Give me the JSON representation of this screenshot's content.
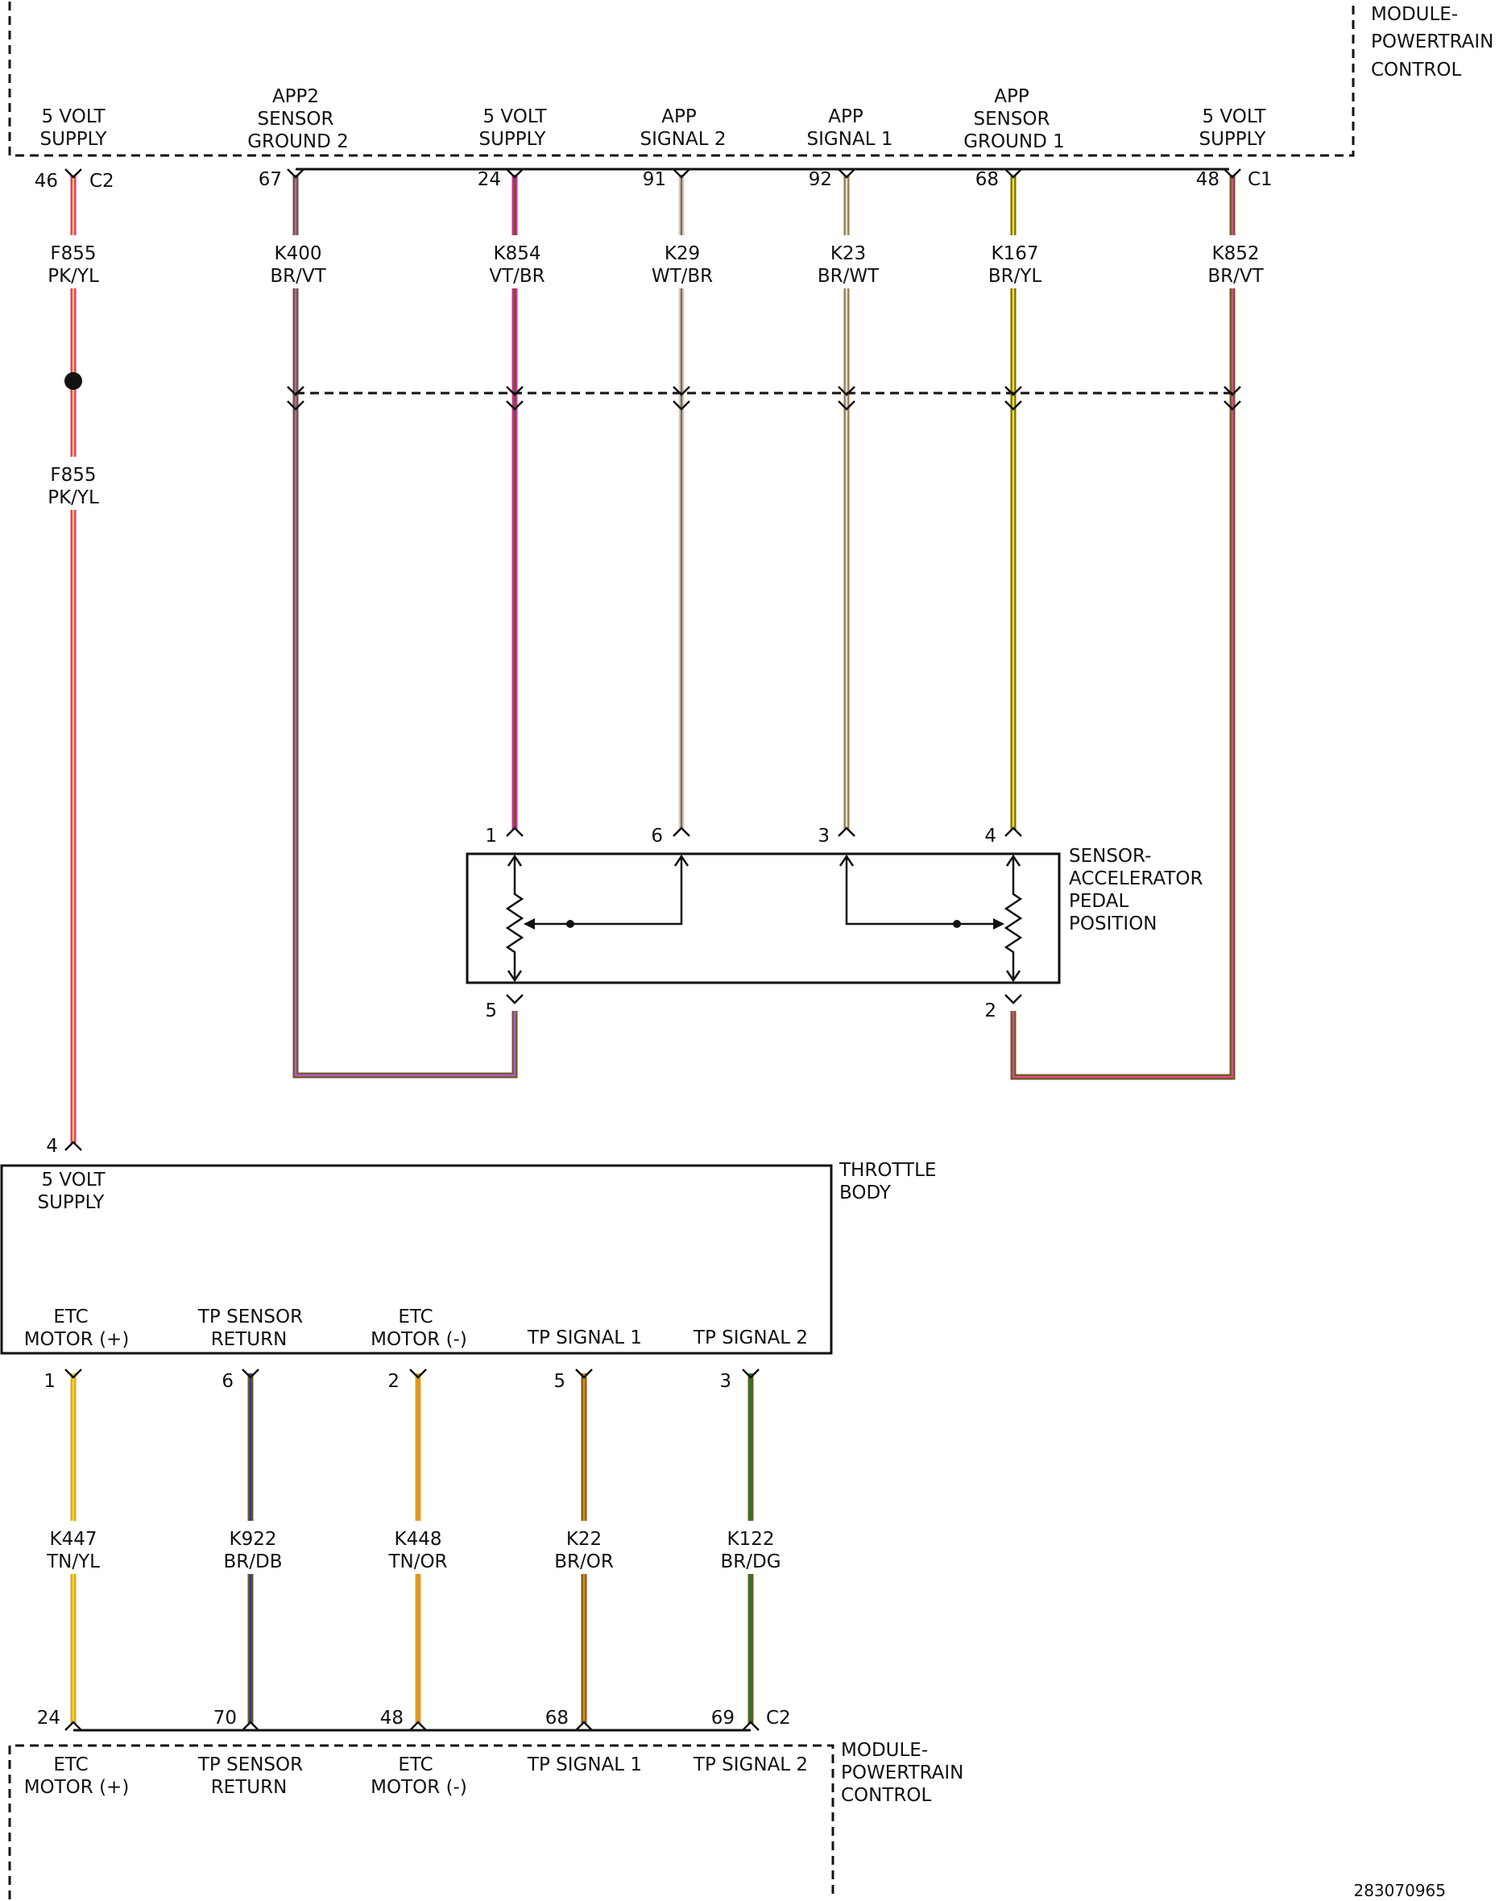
{
  "modules": {
    "pcm_top": {
      "name_lines": [
        "MODULE-",
        "POWERTRAIN",
        "CONTROL"
      ],
      "connector": "C1",
      "connector2": "C2"
    },
    "pcm_bottom": {
      "name_lines": [
        "MODULE-",
        "POWERTRAIN",
        "CONTROL"
      ],
      "connector": "C2"
    },
    "app_sensor": {
      "name_lines": [
        "SENSOR-",
        "ACCELERATOR",
        "PEDAL",
        "POSITION"
      ]
    },
    "throttle_body": {
      "name_lines": [
        "THROTTLE",
        "BODY"
      ]
    }
  },
  "top_pins": [
    {
      "label_lines": [
        "5 VOLT",
        "SUPPLY"
      ],
      "pin": "46",
      "circuit": "F855",
      "color": "PK/YL",
      "base": "#e8239c",
      "stripe": "#f2e000"
    },
    {
      "label_lines": [
        "APP2",
        "SENSOR",
        "GROUND 2"
      ],
      "pin": "67",
      "circuit": "K400",
      "color": "BR/VT",
      "base": "#6b5a1e",
      "stripe": "#b55ad8"
    },
    {
      "label_lines": [
        "5 VOLT",
        "SUPPLY"
      ],
      "pin": "24",
      "circuit": "K854",
      "color": "VT/BR",
      "base": "#d42ba8",
      "stripe": "#6b5a1e"
    },
    {
      "label_lines": [
        "APP",
        "SIGNAL 2"
      ],
      "pin": "91",
      "circuit": "K29",
      "color": "WT/BR",
      "base": "#cfcfcf",
      "stripe": "#8b6a3a"
    },
    {
      "label_lines": [
        "APP",
        "SIGNAL 1"
      ],
      "pin": "92",
      "circuit": "K23",
      "color": "BR/WT",
      "base": "#9a7a4a",
      "stripe": "#dddddd"
    },
    {
      "label_lines": [
        "APP",
        "SENSOR",
        "GROUND 1"
      ],
      "pin": "68",
      "circuit": "K167",
      "color": "BR/YL",
      "base": "#7a6a1a",
      "stripe": "#f2ea00"
    },
    {
      "label_lines": [
        "5 VOLT",
        "SUPPLY"
      ],
      "pin": "48",
      "circuit": "K852",
      "color": "BR/VT",
      "base": "#6b5a1e",
      "stripe": "#d94c8f"
    }
  ],
  "f855_lower": {
    "circuit": "F855",
    "color": "PK/YL"
  },
  "app_pins": {
    "supply1": "1",
    "signal2": "6",
    "signal1": "3",
    "supply2": "4",
    "ground2": "5",
    "ground1": "2"
  },
  "throttle_top": {
    "pin": "4",
    "label_lines": [
      "5 VOLT",
      "SUPPLY"
    ]
  },
  "bottom_pins": [
    {
      "tb_label_lines": [
        "ETC",
        "MOTOR (+)"
      ],
      "tb_pin": "1",
      "circuit": "K447",
      "color": "TN/YL",
      "pcm_pin": "24",
      "pcm_label_lines": [
        "ETC",
        "MOTOR (+)"
      ],
      "base": "#d4a23a",
      "stripe": "#f2e000"
    },
    {
      "tb_label_lines": [
        "TP SENSOR",
        "RETURN"
      ],
      "tb_pin": "6",
      "circuit": "K922",
      "color": "BR/DB",
      "pcm_pin": "70",
      "pcm_label_lines": [
        "TP SENSOR",
        "RETURN"
      ],
      "base": "#6b5a1e",
      "stripe": "#2a3aa0"
    },
    {
      "tb_label_lines": [
        "ETC",
        "MOTOR (-)"
      ],
      "tb_pin": "2",
      "circuit": "K448",
      "color": "TN/OR",
      "pcm_pin": "48",
      "pcm_label_lines": [
        "ETC",
        "MOTOR (-)"
      ],
      "base": "#d4a23a",
      "stripe": "#f28a00"
    },
    {
      "tb_label_lines": [
        "",
        "TP SIGNAL 1"
      ],
      "tb_pin": "5",
      "circuit": "K22",
      "color": "BR/OR",
      "pcm_pin": "68",
      "pcm_label_lines": [
        "TP SIGNAL 1"
      ],
      "base": "#7a5a1e",
      "stripe": "#f28a00"
    },
    {
      "tb_label_lines": [
        "",
        "TP SIGNAL 2"
      ],
      "tb_pin": "3",
      "circuit": "K122",
      "color": "BR/DG",
      "pcm_pin": "69",
      "pcm_label_lines": [
        "TP SIGNAL 2"
      ],
      "base": "#6b5a1e",
      "stripe": "#1f7a2a"
    }
  ],
  "doc_id": "283070965"
}
